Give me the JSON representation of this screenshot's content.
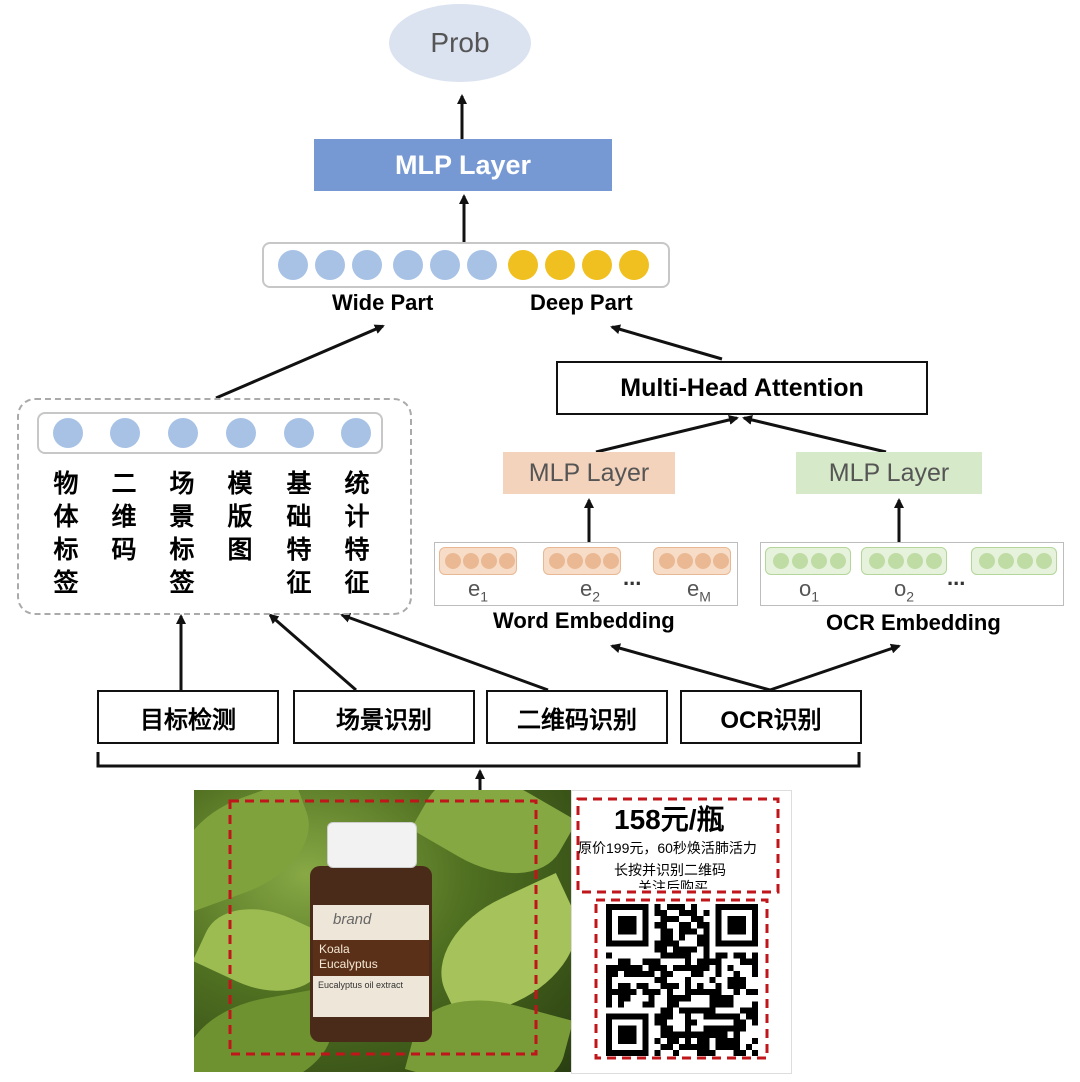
{
  "nodes": {
    "prob": "Prob",
    "mlp_top": "MLP Layer",
    "wide_part": "Wide Part",
    "deep_part": "Deep Part",
    "multi_head_attention": "Multi-Head Attention",
    "mlp_word": "MLP Layer",
    "mlp_ocr": "MLP Layer",
    "word_embedding": "Word Embedding",
    "ocr_embedding": "OCR Embedding"
  },
  "word_embedding_labels": {
    "e1_base": "e",
    "e1_sub": "1",
    "e2_base": "e",
    "e2_sub": "2",
    "ellipsis": "...",
    "eM_base": "e",
    "eM_sub": "M"
  },
  "ocr_embedding_labels": {
    "o1_base": "o",
    "o1_sub": "1",
    "o2_base": "o",
    "o2_sub": "2",
    "ellipsis": "..."
  },
  "wide_features": [
    {
      "label": "物\n体\n标\n签"
    },
    {
      "label": "二\n维\n码"
    },
    {
      "label": "场\n景\n标\n签"
    },
    {
      "label": "模\n版\n图"
    },
    {
      "label": "基\n础\n特\n征"
    },
    {
      "label": "统\n计\n特\n征"
    }
  ],
  "recognizers": {
    "object_detection": "目标检测",
    "scene_recognition": "场景识别",
    "qr_recognition": "二维码识别",
    "ocr_recognition": "OCR识别"
  },
  "ad_image": {
    "price": "158元/瓶",
    "line1": "原价199元，60秒焕活肺活力",
    "line2": "长按并识别二维码",
    "line3": "关注后购买",
    "brand": "brand",
    "product_line1": "Koala",
    "product_line2": "Eucalyptus",
    "product_line3": "Eucalyptus oil extract"
  },
  "colors": {
    "mlp_top": "#7699d4",
    "prob": "#dbe3f1",
    "mlp_word": "#f4d3bc",
    "mlp_ocr": "#d6e9c8",
    "wide_dot": "#a8c2e6",
    "deep_dot": "#f0c020",
    "highlight_dash": "#c0151a"
  }
}
